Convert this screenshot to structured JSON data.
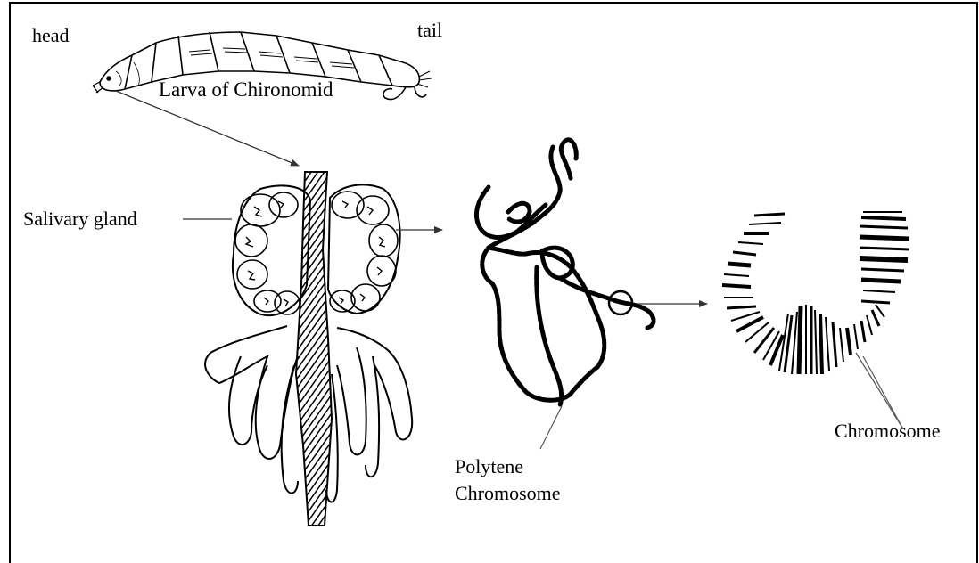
{
  "labels": {
    "head": "head",
    "tail": "tail",
    "larva": "Larva of Chironomid",
    "salivary_gland": "Salivary gland",
    "polytene_line1": "Polytene",
    "polytene_line2": "Chromosome",
    "chromosome": "Chromosome"
  },
  "colors": {
    "ink": "#000000",
    "arrow": "#333333",
    "background": "#ffffff"
  }
}
